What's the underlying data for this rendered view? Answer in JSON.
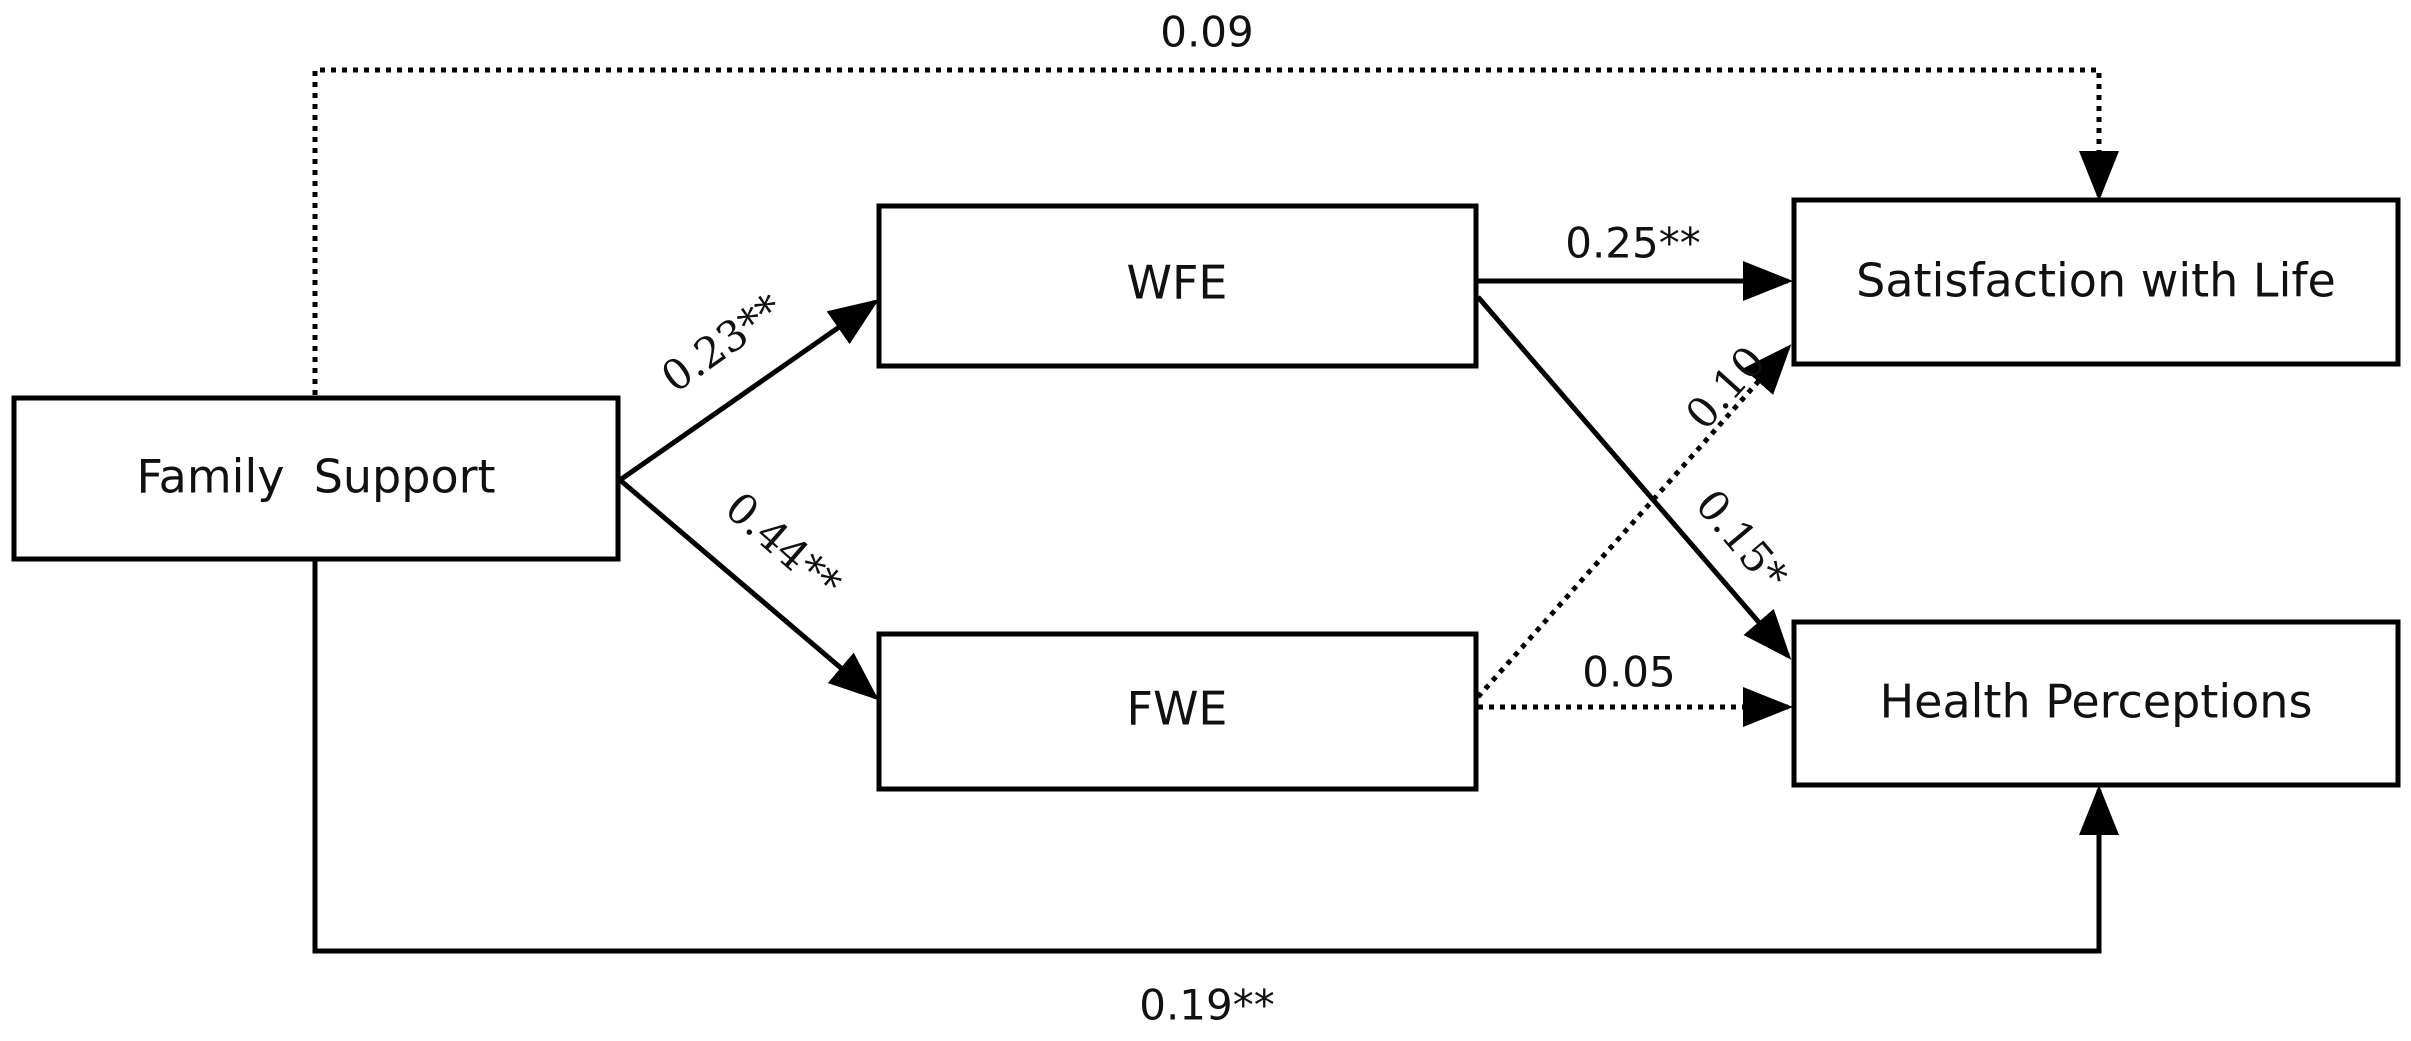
{
  "nodes": {
    "family_support": "Family  Support",
    "wfe": "WFE",
    "fwe": "FWE",
    "satisfaction": "Satisfaction with Life",
    "health": "Health Perceptions"
  },
  "paths": {
    "fs_to_sat": {
      "label": "0.09",
      "style": "dotted"
    },
    "fs_to_wfe": {
      "label": "0.23**",
      "style": "solid"
    },
    "fs_to_fwe": {
      "label": "0.44**",
      "style": "solid"
    },
    "wfe_to_sat": {
      "label": "0.25**",
      "style": "solid"
    },
    "fwe_to_sat": {
      "label": "0.10",
      "style": "dotted"
    },
    "wfe_to_health": {
      "label": "0.15*",
      "style": "solid"
    },
    "fwe_to_health": {
      "label": "0.05",
      "style": "dotted"
    },
    "fs_to_health": {
      "label": "0.19**",
      "style": "solid"
    }
  },
  "colors": {
    "stroke": "#000000",
    "background": "#ffffff",
    "text": "#111111"
  }
}
